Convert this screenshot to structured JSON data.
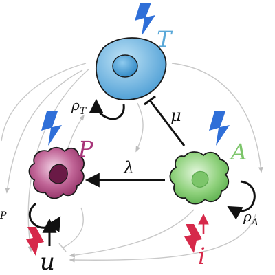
{
  "nodes": {
    "T": {
      "label": "T",
      "color": "#5aa8d8"
    },
    "P": {
      "label": "P",
      "color": "#a8357a"
    },
    "A": {
      "label": "A",
      "color": "#7cc56a"
    },
    "u": {
      "label": "u"
    },
    "i": {
      "label": "i",
      "color": "#d6294a"
    }
  },
  "edges": {
    "mu": {
      "label": "μ"
    },
    "lambda": {
      "label": "λ"
    },
    "rho_T": {
      "base": "ρ",
      "sub": "T"
    },
    "rho_A": {
      "base": "ρ",
      "sub": "A"
    },
    "rho_P": {
      "sub": "P"
    }
  },
  "colors": {
    "lightning_blue": "#2f6fd8",
    "lightning_red": "#d6294a",
    "arrow_gray": "#c4c4c4",
    "arrow_black": "#111111"
  },
  "icons": [
    "lightning-bolt-icon",
    "cell-icon"
  ]
}
